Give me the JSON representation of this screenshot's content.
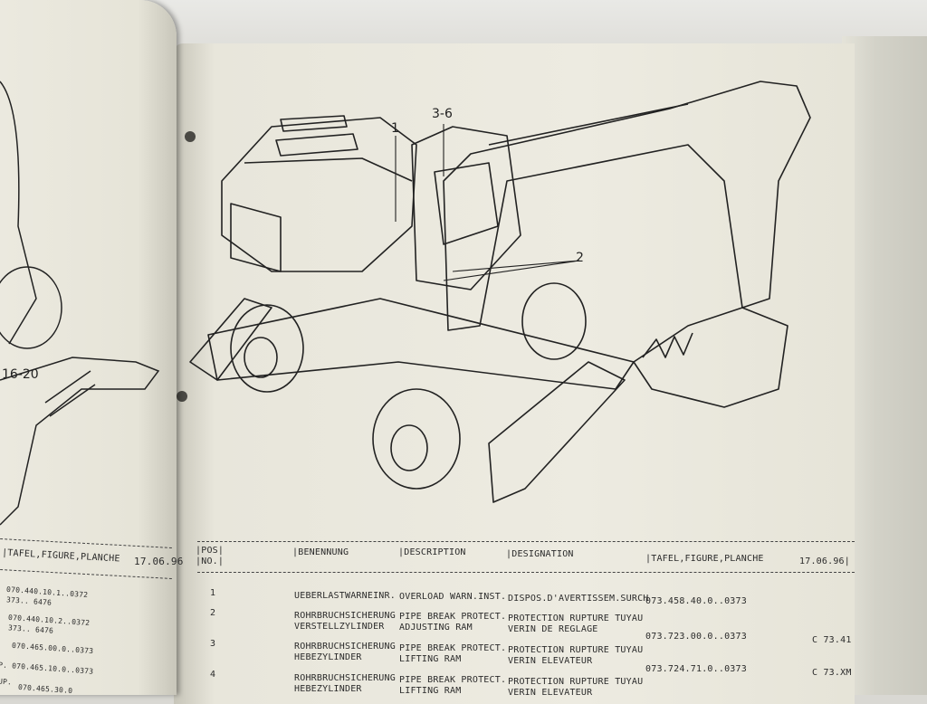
{
  "callouts": {
    "c1": "1",
    "c2": "3-6",
    "c3": "2",
    "c4": "16-20"
  },
  "table": {
    "headers": {
      "pos": "|POS|",
      "no": "|NO.|",
      "benennung": "|BENENNUNG",
      "description": "|DESCRIPTION",
      "designation": "|DESIGNATION",
      "tafel": "|TAFEL,FIGURE,PLANCHE",
      "date": "17.06.96|"
    },
    "rows": [
      {
        "pos": "1",
        "benennung": [
          "UEBERLASTWARNEINR."
        ],
        "description": [
          "OVERLOAD WARN.INST."
        ],
        "designation": [
          "DISPOS.D'AVERTISSEM.SURCH"
        ],
        "tafel": "073.458.40.0..0373",
        "ref": ""
      },
      {
        "pos": "2",
        "benennung": [
          "ROHRBRUCHSICHERUNG",
          "VERSTELLZYLINDER"
        ],
        "description": [
          "PIPE BREAK PROTECT.",
          "ADJUSTING RAM"
        ],
        "designation": [
          "PROTECTION RUPTURE TUYAU",
          "VERIN DE REGLAGE"
        ],
        "tafel": "073.723.00.0..0373",
        "ref": "C 73.41"
      },
      {
        "pos": "3",
        "benennung": [
          "ROHRBRUCHSICHERUNG",
          "HEBEZYLINDER"
        ],
        "description": [
          "PIPE BREAK PROTECT.",
          "LIFTING RAM"
        ],
        "designation": [
          "PROTECTION RUPTURE TUYAU",
          "VERIN ELEVATEUR"
        ],
        "tafel": "073.724.71.0..0373",
        "ref": "C 73.XM"
      },
      {
        "pos": "4",
        "benennung": [
          "ROHRBRUCHSICHERUNG",
          "HEBEZYLINDER"
        ],
        "description": [
          "PIPE BREAK PROTECT.",
          "LIFTING RAM"
        ],
        "designation": [
          "PROTECTION RUPTURE TUYAU",
          "VERIN ELEVATEUR"
        ],
        "tafel": "",
        "ref": ""
      }
    ]
  },
  "left_page": {
    "header": "|TAFEL,FIGURE,PLANCHE",
    "date": "17.06.96",
    "lines": [
      "070.440.10.1..0372",
      "373.. 6476",
      "070.440.10.2..0372",
      "373.. 6476",
      "070.465.00.0..0373",
      "P. 070.465.10.0..0373",
      "UP.",
      "070.465.30.0"
    ]
  }
}
